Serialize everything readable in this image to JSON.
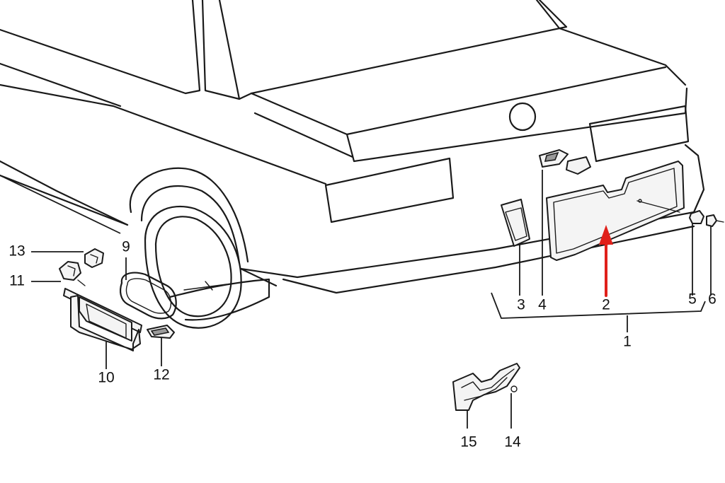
{
  "callouts": {
    "c1": "1",
    "c2": "2",
    "c3": "3",
    "c4": "4",
    "c5": "5",
    "c6": "6",
    "c9": "9",
    "c10": "10",
    "c11": "11",
    "c12": "12",
    "c13": "13",
    "c14": "14",
    "c15": "15"
  },
  "colors": {
    "line": "#1a1a1a",
    "arrow": "#e0201a",
    "background": "#ffffff"
  }
}
